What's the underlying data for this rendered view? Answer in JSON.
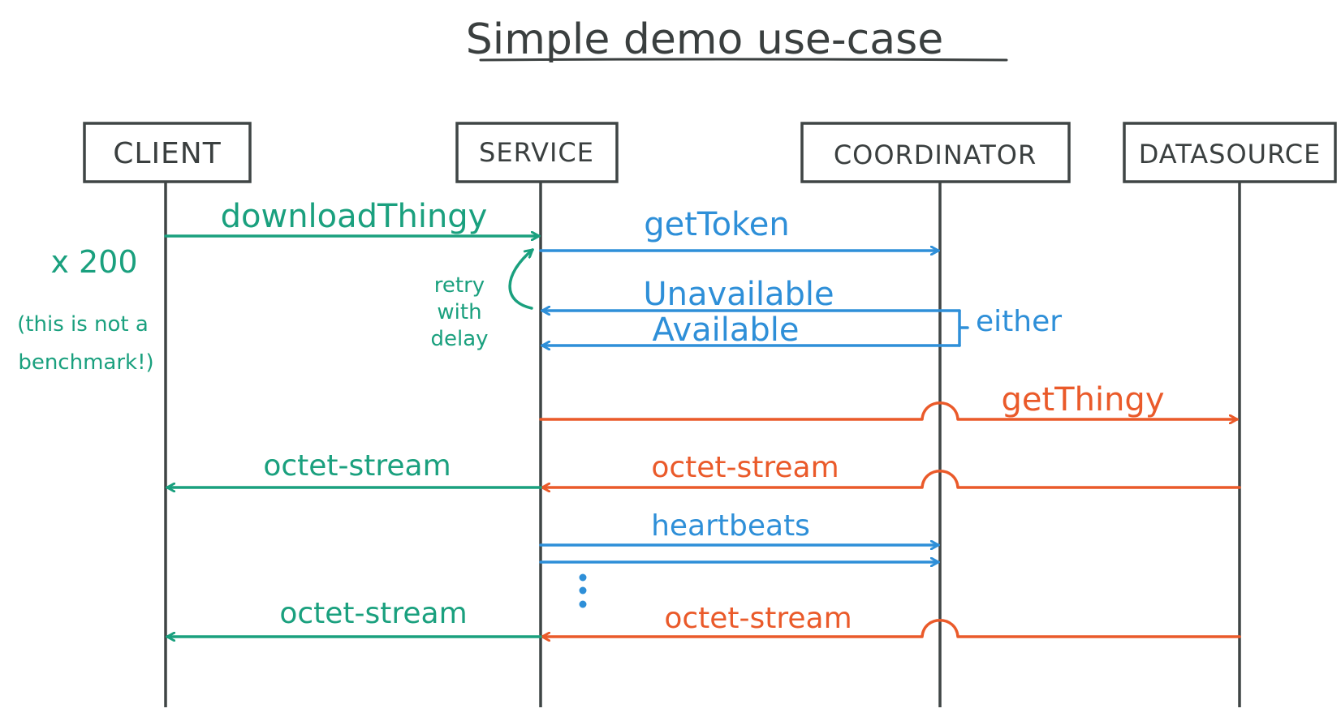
{
  "title": "Simple demo use-case",
  "actors": {
    "client": "CLIENT",
    "service": "SERVICE",
    "coordinator": "COORDINATOR",
    "datasource": "DATASOURCE"
  },
  "messages": {
    "download_thingy": "downloadThingy",
    "get_token": "getToken",
    "unavailable": "Unavailable",
    "available": "Available",
    "either": "either",
    "get_thingy": "getThingy",
    "octet_stream_client_1": "octet-stream",
    "octet_stream_service_1": "octet-stream",
    "heartbeats": "heartbeats",
    "octet_stream_client_2": "octet-stream",
    "octet_stream_service_2": "octet-stream"
  },
  "notes": {
    "repeat": "x 200",
    "disclaimer_line1": "(this is not a",
    "disclaimer_line2": "benchmark!)",
    "retry_line1": "retry",
    "retry_line2": "with",
    "retry_line3": "delay"
  },
  "colors": {
    "client_flow": "#1aa07e",
    "coordinator_flow": "#2e8fd8",
    "datasource_flow": "#ea5a2a",
    "ink": "#3f4545"
  }
}
